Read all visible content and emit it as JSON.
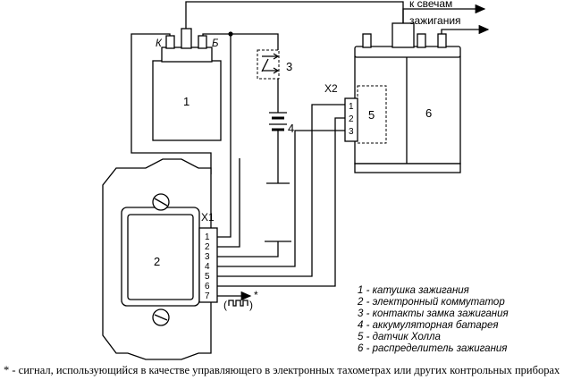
{
  "labels": {
    "coil_number": "1",
    "commutator_number": "2",
    "switch_number": "3",
    "battery_number": "4",
    "hall_number": "5",
    "distributor_number": "6",
    "terminal_k": "К",
    "terminal_b": "Б",
    "x1": "X1",
    "x2": "X2",
    "to_plugs_line1": "к свечам",
    "to_plugs_line2": "зажигания",
    "signal_glyph": "⊓⊓⊓",
    "signal_star": "*"
  },
  "x1_pins": [
    "1",
    "2",
    "3",
    "4",
    "5",
    "6",
    "7"
  ],
  "x2_pins": [
    "1",
    "2",
    "3"
  ],
  "legend": [
    "1 - катушка зажигания",
    "2 - электронный коммутатор",
    "3 - контакты замка зажигания",
    "4 - аккумуляторная батарея",
    "5 - датчик Холла",
    "6 - распределитель зажигания"
  ],
  "footnote": "* - сигнал, использующийся в качестве управляющего в электронных тахометрах или других контрольных приборах"
}
